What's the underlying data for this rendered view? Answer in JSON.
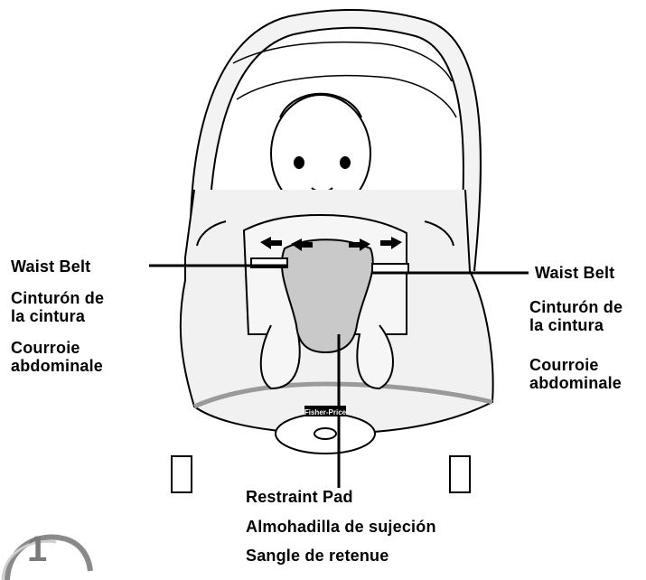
{
  "labels": {
    "left_waist_belt": {
      "en": "Waist Belt",
      "es": [
        "Cinturón de",
        "la cintura"
      ],
      "fr": [
        "Courroie",
        "abdominale"
      ]
    },
    "right_waist_belt": {
      "en": "Waist Belt",
      "es": [
        "Cinturón de",
        "la cintura"
      ],
      "fr": [
        "Courroie",
        "abdominale"
      ]
    },
    "restraint_pad": {
      "en": "Restraint Pad",
      "es": "Almohadilla de sujeción",
      "fr": "Sangle de retenue"
    }
  },
  "brand_logo": "Fisher-Price",
  "step_number": "1",
  "colors": {
    "line": "#000000",
    "fill": "#f1f1f1",
    "pad": "#c9c9c9",
    "trim": "#9a9a9a",
    "step": "#8a8a8a"
  }
}
